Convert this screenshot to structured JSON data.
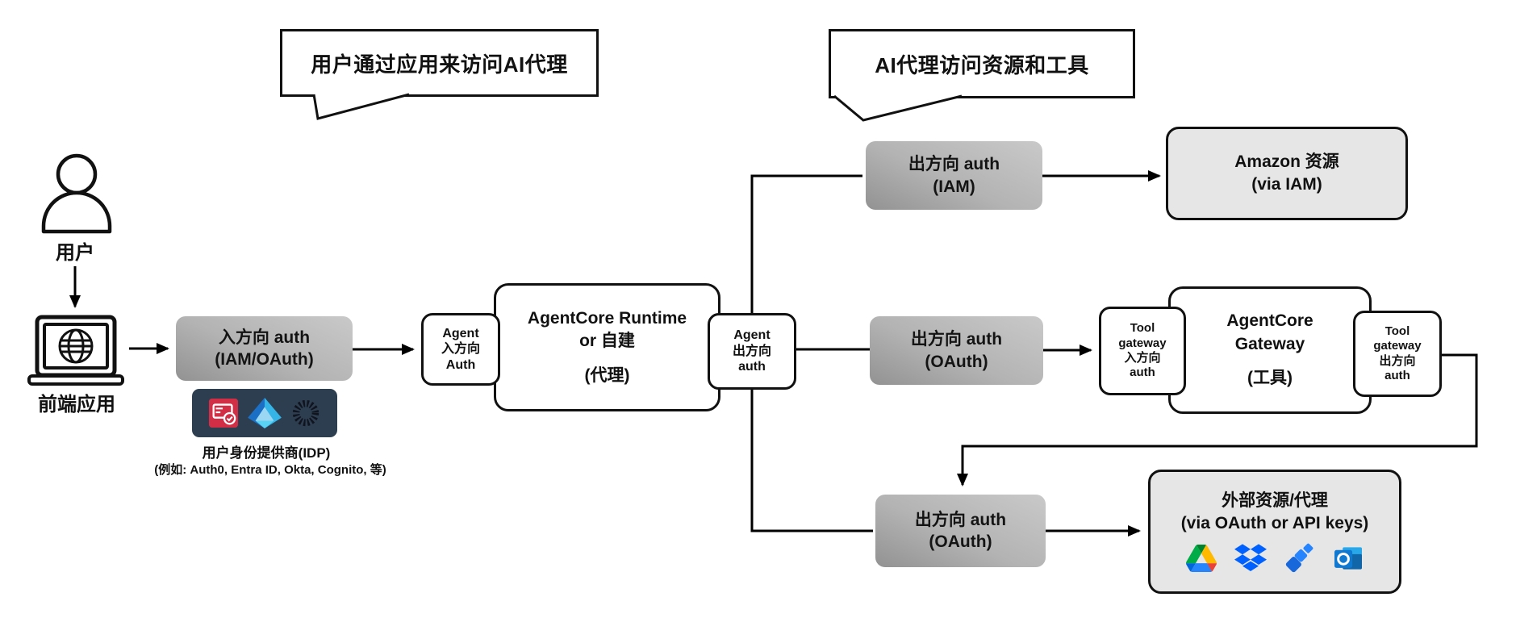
{
  "diagram": {
    "callouts": {
      "left": "用户通过应用来访问AI代理",
      "right": "AI代理访问资源和工具"
    },
    "user": {
      "label": "用户"
    },
    "frontend": {
      "label": "前端应用"
    },
    "inbound_auth": {
      "line1": "入方向 auth",
      "line2": "(IAM/OAuth)"
    },
    "idp": {
      "caption": "用户身份提供商(IDP)",
      "examples": "(例如: Auth0, Entra ID, Okta, Cognito, 等)",
      "icons": [
        "cognito-idp-icon",
        "entra-id-icon",
        "okta-icon"
      ]
    },
    "agent_inbound": {
      "line1": "Agent",
      "line2": "入方向",
      "line3": "Auth"
    },
    "runtime": {
      "line1": "AgentCore Runtime",
      "line2": "or 自建",
      "line3": "(代理)"
    },
    "agent_outbound": {
      "line1": "Agent",
      "line2": "出方向",
      "line3": "auth"
    },
    "outbound_iam": {
      "line1": "出方向 auth",
      "line2": "(IAM)"
    },
    "amazon_resources": {
      "line1": "Amazon 资源",
      "line2": "(via IAM)"
    },
    "outbound_oauth_mid": {
      "line1": "出方向 auth",
      "line2": "(OAuth)"
    },
    "tool_gateway_inbound": {
      "line1": "Tool",
      "line2": "gateway",
      "line3": "入方向",
      "line4": "auth"
    },
    "gateway": {
      "line1": "AgentCore",
      "line2": "Gateway",
      "line3": "(工具)"
    },
    "tool_gateway_outbound": {
      "line1": "Tool",
      "line2": "gateway",
      "line3": "出方向",
      "line4": "auth"
    },
    "outbound_oauth_bottom": {
      "line1": "出方向 auth",
      "line2": "(OAuth)"
    },
    "external_resources": {
      "line1": "外部资源/代理",
      "line2": "(via OAuth or API keys)",
      "icons": [
        "google-drive-icon",
        "dropbox-icon",
        "jira-icon",
        "outlook-icon"
      ]
    },
    "colors": {
      "auth_box_gradient_top": "#c9c9c9",
      "auth_box_gradient_bottom": "#929292",
      "resource_box": "#e6e6e6",
      "idp_panel": "#2d3e50",
      "line": "#000000",
      "cognito_red": "#d22f47",
      "entra_blue": "#1b6fc4",
      "dropbox_blue": "#0061ff",
      "jira_blue": "#2684ff",
      "outlook_blue": "#0f78d1"
    }
  }
}
